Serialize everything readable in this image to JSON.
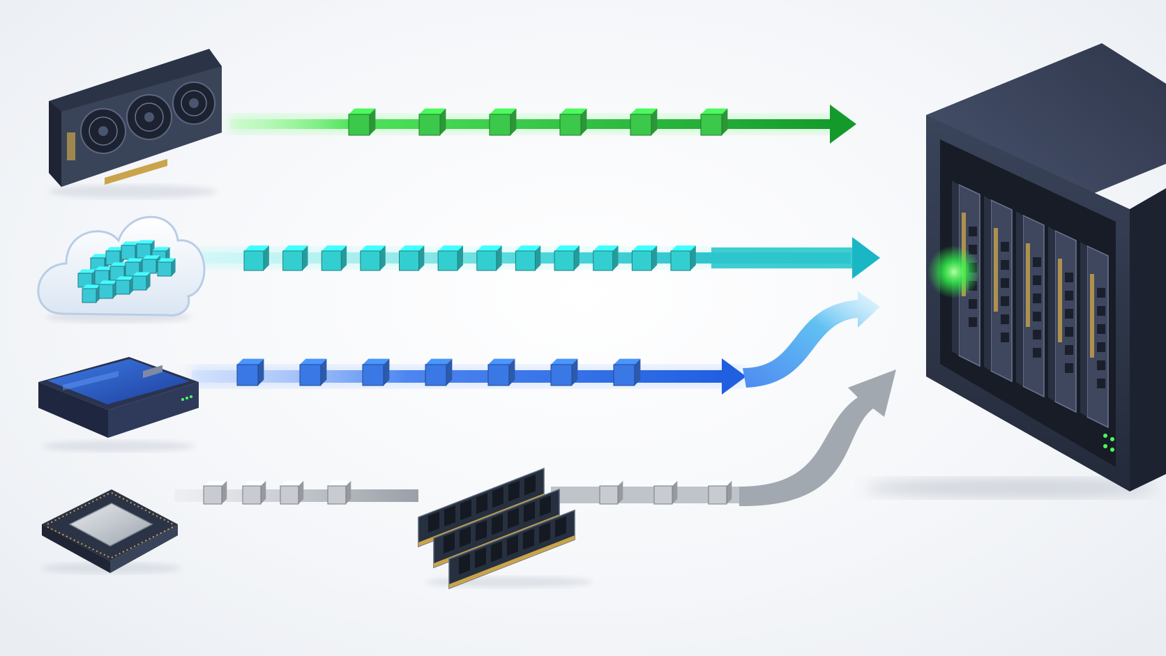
{
  "diagram": {
    "sources": [
      {
        "id": "gpu",
        "icon": "graphics-card-icon",
        "flow_color": "#1fb33a",
        "flow_glow": "#7dff7a",
        "packet_count": 6,
        "packet_color": "#3cc84a"
      },
      {
        "id": "cloud",
        "icon": "cloud-storage-icon",
        "flow_color": "#22c3c9",
        "flow_glow": "#8ff6f2",
        "packet_count": 12,
        "packet_color": "#33cfd0"
      },
      {
        "id": "ssd",
        "icon": "ssd-drive-icon",
        "flow_color": "#2565e0",
        "flow_glow": "#8db6ff",
        "packet_count": 7,
        "packet_color": "#3a78e6"
      },
      {
        "id": "cpu",
        "icon": "cpu-chip-icon",
        "flow_color": "#9aa1aa",
        "flow_glow": "#dfe3e8",
        "packet_count": 7,
        "packet_color": "#c8ccd2"
      }
    ],
    "intermediate": {
      "icon": "ram-modules-icon"
    },
    "destination": {
      "icon": "gpu-server-icon",
      "gpu_slots": 5
    },
    "colors": {
      "background": "#f4f6f9",
      "device_dark": "#2b3346",
      "device_mid": "#3f4860",
      "highlight_green": "#35ff4d"
    }
  }
}
